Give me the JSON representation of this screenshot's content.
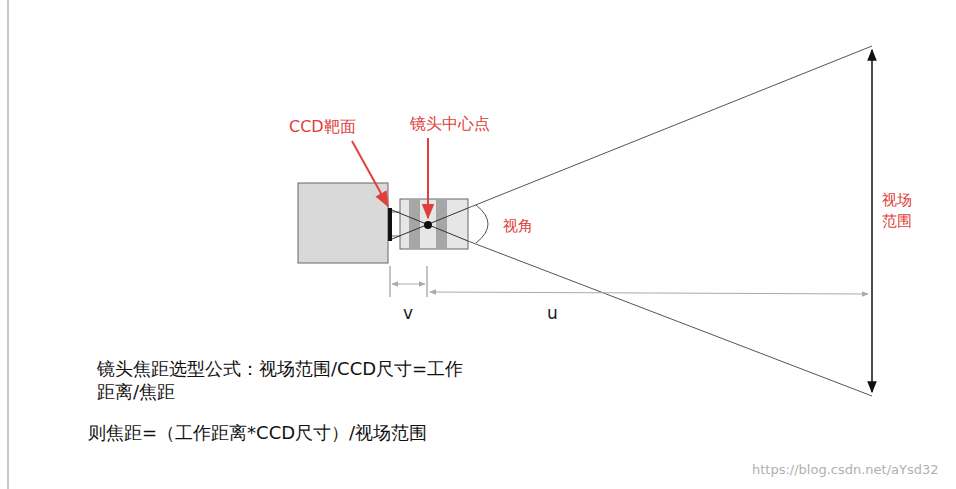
{
  "diagram": {
    "labels": [
      "CCD靶面",
      "镜头中心点",
      "视角",
      "视场范围",
      "v",
      "u",
      "镜头焦距选型公式：视场范围/CCD尺寸=工作距离/焦距",
      "则焦距=（工作距离*CCD尺寸）/视场范围",
      "https://blog.csdn.net/aYsd32"
    ]
  }
}
